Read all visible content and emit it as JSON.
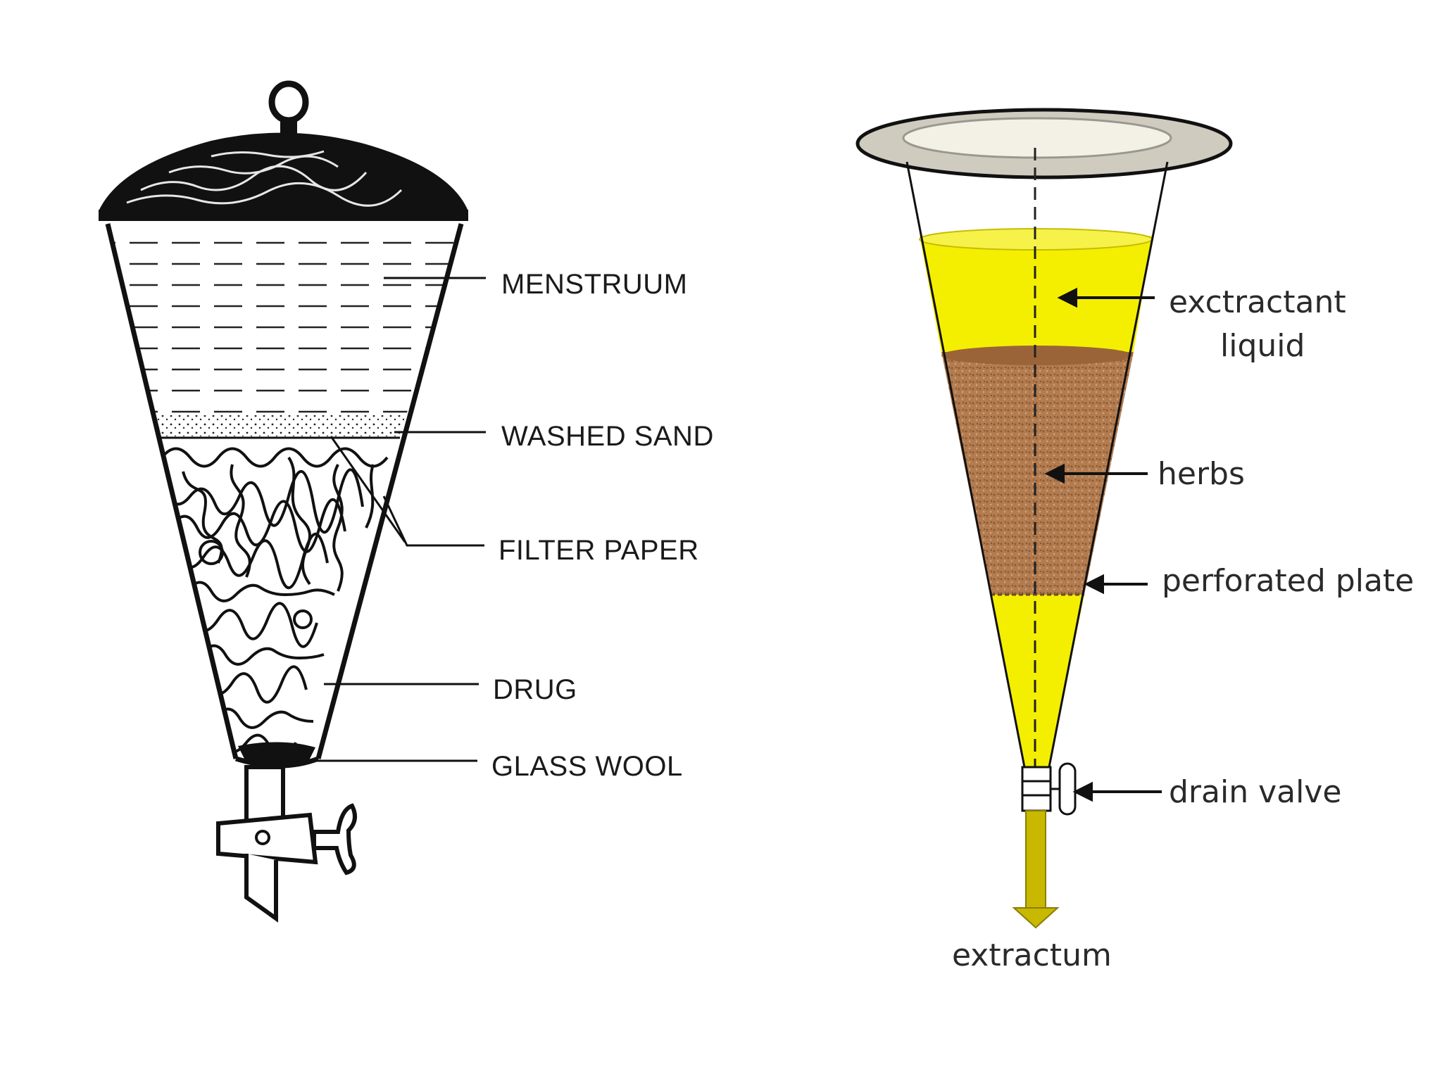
{
  "left_diagram": {
    "labels": {
      "menstruum": "MENSTRUUM",
      "washed_sand": "WASHED SAND",
      "filter_paper": "FILTER PAPER",
      "drug": "DRUG",
      "glass_wool": "GLASS WOOL"
    }
  },
  "right_diagram": {
    "labels": {
      "extractant_line1": "exctractant",
      "extractant_line2": "liquid",
      "herbs": "herbs",
      "perforated_plate": "perforated plate",
      "drain_valve": "drain valve",
      "extractum": "extractum"
    },
    "colors": {
      "liquid": "#f4ef00",
      "herbs": "#b07a4e",
      "rim": "#cfcbbf",
      "outflow": "#c8b800"
    }
  }
}
